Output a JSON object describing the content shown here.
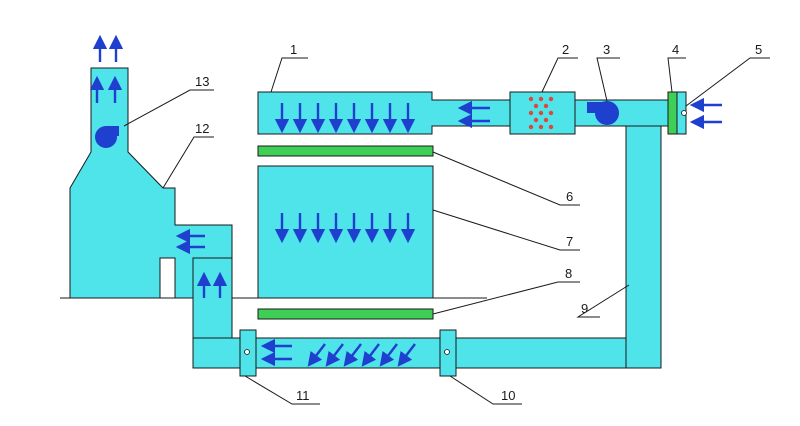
{
  "colors": {
    "duct": "#4fe3ea",
    "filter": "#3fcf57",
    "arrow": "#1f3fcf",
    "heater_dots": "#e0463a",
    "line": "#1a1a1a"
  },
  "labels": {
    "n1": "1",
    "n2": "2",
    "n3": "3",
    "n4": "4",
    "n5": "5",
    "n6": "6",
    "n7": "7",
    "n8": "8",
    "n9": "9",
    "n10": "10",
    "n11": "11",
    "n12": "12",
    "n13": "13"
  },
  "icons": {
    "fan": "fan-icon",
    "heater": "heater-icon",
    "airflow": "arrow-icon"
  }
}
